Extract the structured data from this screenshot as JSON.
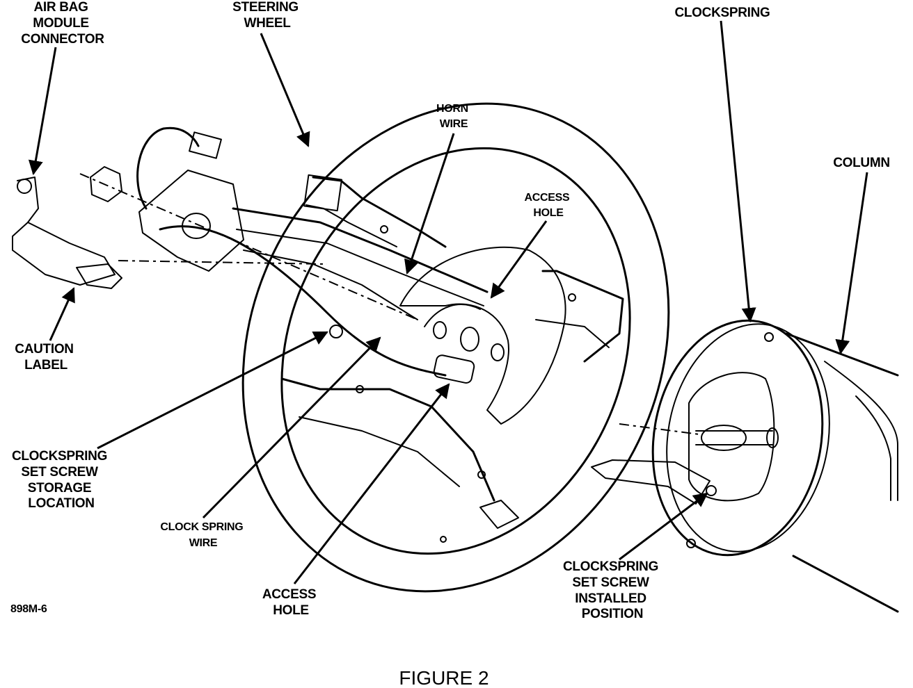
{
  "labels": {
    "air_bag_connector": [
      "AIR BAG",
      "MODULE",
      "CONNECTOR"
    ],
    "steering_wheel": [
      "STEERING",
      "WHEEL"
    ],
    "clockspring": [
      "CLOCKSPRING"
    ],
    "column": [
      "COLUMN"
    ],
    "horn_wire": [
      "HORN",
      "WIRE"
    ],
    "access_hole_upper": [
      "ACCESS",
      "HOLE"
    ],
    "caution_label": [
      "CAUTION",
      "LABEL"
    ],
    "set_screw_storage": [
      "CLOCKSPRING",
      "SET SCREW",
      "STORAGE",
      "LOCATION"
    ],
    "clock_spring_wire": [
      "CLOCK SPRING",
      "WIRE"
    ],
    "access_hole_lower": [
      "ACCESS",
      "HOLE"
    ],
    "set_screw_installed": [
      "CLOCKSPRING",
      "SET SCREW",
      "INSTALLED",
      "POSITION"
    ]
  },
  "figure_code": "898M-6",
  "caption": "FIGURE 2"
}
